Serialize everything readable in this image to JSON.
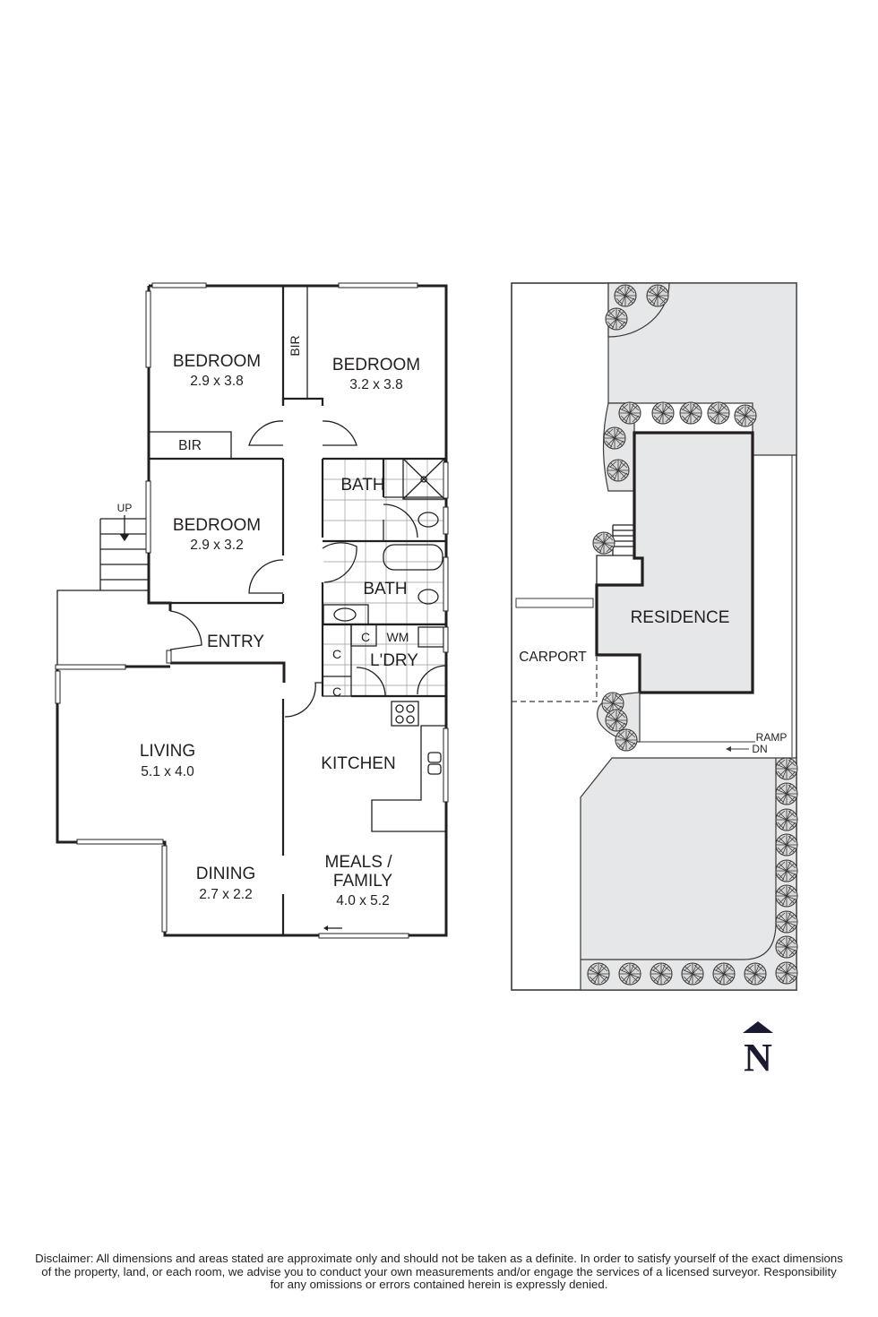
{
  "floor_plan": {
    "rooms": [
      {
        "name": "BEDROOM",
        "dims": "2.9 x 3.8"
      },
      {
        "name": "BEDROOM",
        "dims": "3.2 x 3.8"
      },
      {
        "name": "BEDROOM",
        "dims": "2.9 x 3.2"
      },
      {
        "name": "LIVING",
        "dims": "5.1 x 4.0"
      },
      {
        "name": "DINING",
        "dims": "2.7 x 2.2"
      },
      {
        "name": "MEALS /",
        "name2": "FAMILY",
        "dims": "4.0 x 5.2"
      }
    ],
    "labels": {
      "bir_vertical": "BIR",
      "bir_horizontal": "BIR",
      "bath_upper": "BATH",
      "bath_lower": "BATH",
      "entry": "ENTRY",
      "laundry": "L'DRY",
      "washing_machine": "WM",
      "cupboard_1": "C",
      "cupboard_2": "C",
      "cupboard_3": "C",
      "kitchen": "KITCHEN",
      "stairs_up": "UP"
    }
  },
  "site_plan": {
    "residence": "RESIDENCE",
    "carport": "CARPORT",
    "ramp": "RAMP",
    "ramp_dir": "DN",
    "colors": {
      "garden": "#e6e7e8",
      "residence": "#e6e7e8",
      "line": "#231f20"
    }
  },
  "compass": {
    "label": "N",
    "color": "#1a1b33"
  },
  "disclaimer": {
    "line1": "Disclaimer: All dimensions and areas stated are approximate only and should not be taken as a definite. In order to satisfy yourself of the exact dimensions",
    "line2": "of the property, land, or each room, we advise you to conduct your own measurements and/or engage the services of a licensed surveyor. Responsibility",
    "line3": "for any omissions or errors contained herein is expressly denied."
  }
}
